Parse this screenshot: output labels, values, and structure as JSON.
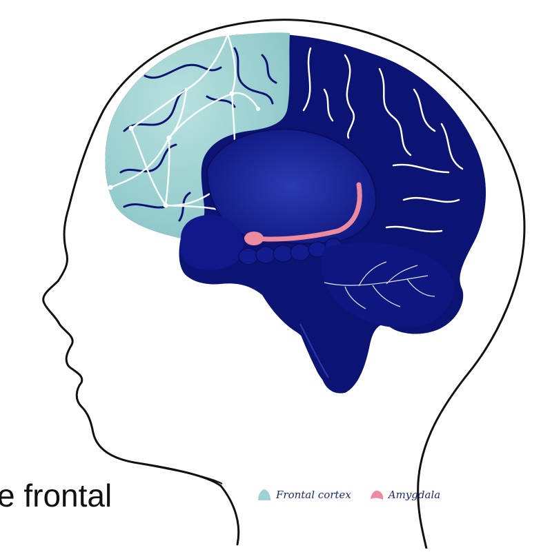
{
  "caption": {
    "text": "e frontal"
  },
  "legend": {
    "items": [
      {
        "label": "Frontal cortex",
        "color": "#9fd3d3",
        "icon": "swatch-icon"
      },
      {
        "label": "Amygdala",
        "color": "#ec8aa0",
        "icon": "swatch-icon"
      }
    ]
  },
  "colors": {
    "head_outline": "#111111",
    "brain_dark": "#0c1473",
    "brain_mid": "#1a2699",
    "frontal_cortex": "#9fd3d3",
    "amygdala": "#ec8aa0",
    "connections": "#ffffff"
  }
}
